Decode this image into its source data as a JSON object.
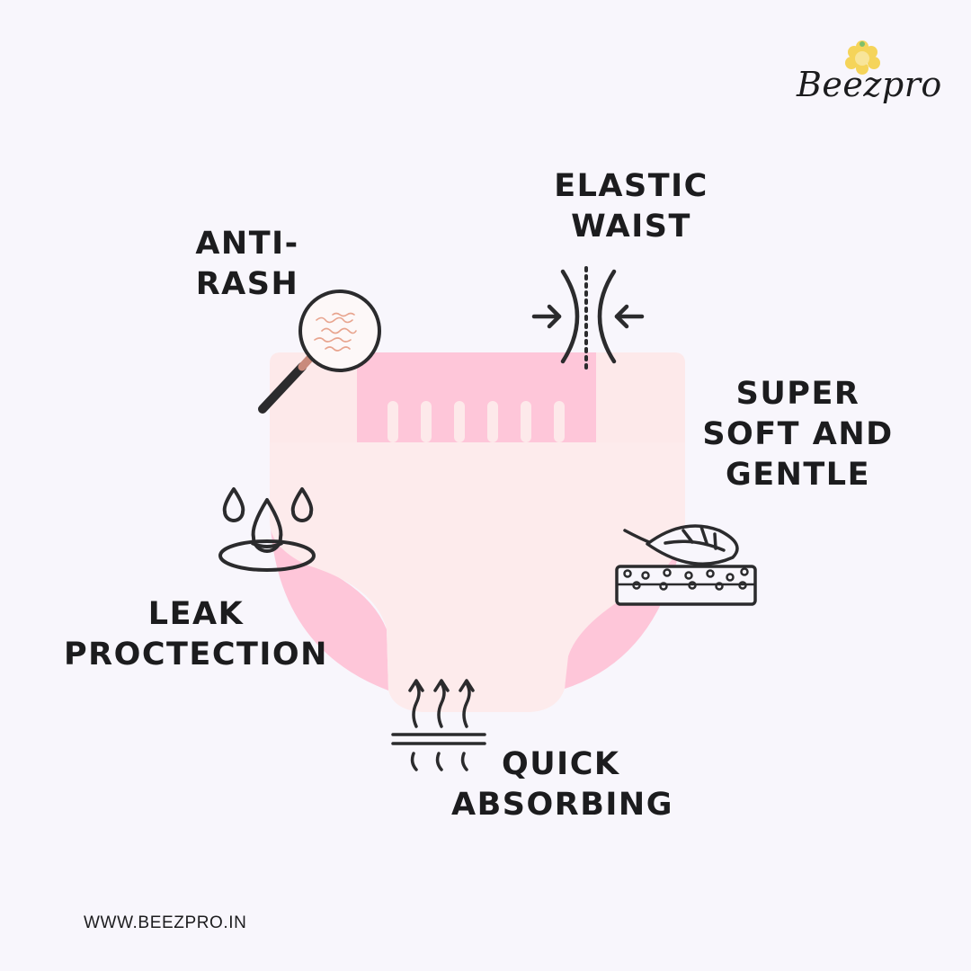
{
  "brand": {
    "name": "Beezpro",
    "logo_icon": "flower-bee-icon",
    "accent_color": "#f5d45a"
  },
  "features": {
    "elastic_waist": {
      "line1": "ELASTIC",
      "line2": "WAIST",
      "icon": "compress-arrows-icon"
    },
    "anti_rash": {
      "line1": "ANTI-",
      "line2": "RASH",
      "icon": "magnifying-glass-icon"
    },
    "super_soft": {
      "line1": "SUPER",
      "line2": "SOFT AND",
      "line3": "GENTLE",
      "icon": "feather-sponge-icon"
    },
    "leak_protection": {
      "line1": "LEAK",
      "line2": "PROCTECTION",
      "icon": "water-drops-icon"
    },
    "quick_absorbing": {
      "line1": "QUICK",
      "line2": "ABSORBING",
      "icon": "rising-arrows-icon"
    }
  },
  "footer": {
    "url": "WWW.BEEZPRO.IN"
  },
  "colors": {
    "background": "#f8f6fc",
    "diaper_light": "#fdebec",
    "diaper_pink": "#fec6d9",
    "text": "#1c1c1e"
  }
}
